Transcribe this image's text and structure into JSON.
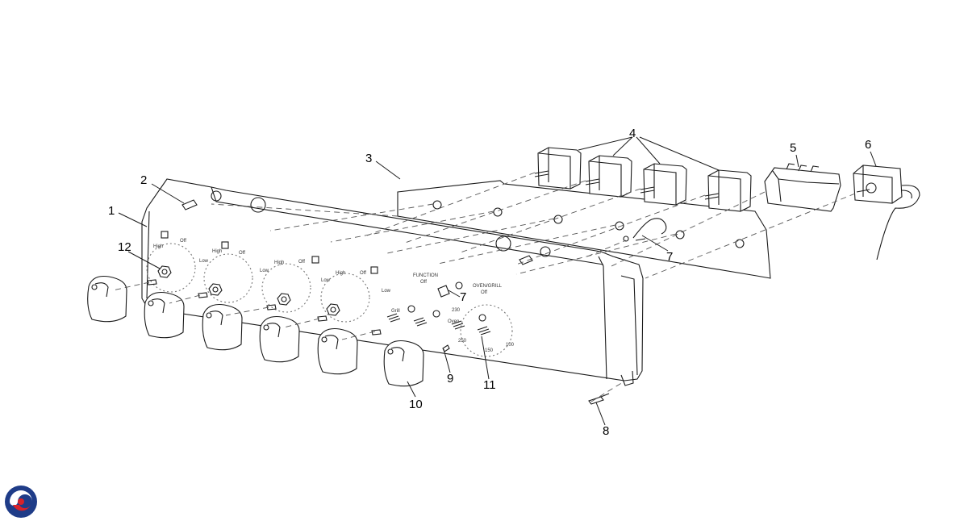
{
  "callouts": {
    "c1": "1",
    "c2": "2",
    "c3": "3",
    "c4": "4",
    "c5": "5",
    "c6": "6",
    "c7a": "7",
    "c7b": "7",
    "c8": "8",
    "c9": "9",
    "c10": "10",
    "c11": "11",
    "c12": "12"
  },
  "panel_labels": {
    "function": "FUNCTION",
    "off1": "Off",
    "oven_grill": "OVEN/GRILL",
    "off2": "Off",
    "high1": "High",
    "off_a": "Off",
    "low2": "Low",
    "high2": "High",
    "off_b": "Off",
    "low3": "Low",
    "high3": "High",
    "off_c": "Off",
    "low4": "Low",
    "high4": "High",
    "off_d": "Off",
    "low5": "Low",
    "grill": "Grill",
    "oven": "Oven",
    "t230": "230",
    "t250": "250",
    "t150": "150",
    "t100": "100"
  },
  "colors": {
    "line": "#1a1a1a",
    "logo_red": "#d8232a",
    "logo_blue": "#1f3c88"
  }
}
